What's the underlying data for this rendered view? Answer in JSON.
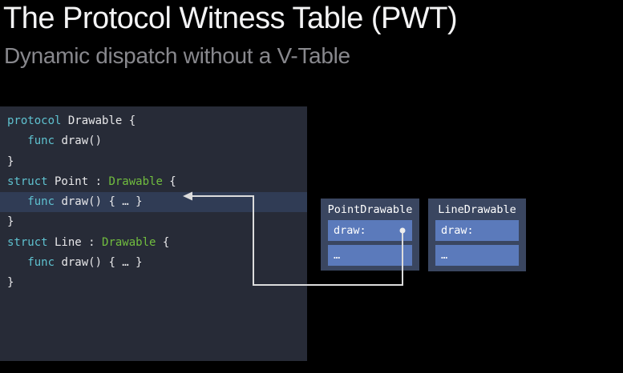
{
  "slide": {
    "title": "The Protocol Witness Table (PWT)",
    "subtitle": "Dynamic dispatch without a V-Table"
  },
  "code": {
    "lines": [
      {
        "segments": [
          {
            "t": "protocol",
            "c": "kw"
          },
          {
            "t": " Drawable {",
            "c": "plain"
          }
        ]
      },
      {
        "segments": [
          {
            "t": "   ",
            "c": "plain"
          },
          {
            "t": "func",
            "c": "kw"
          },
          {
            "t": " draw()",
            "c": "plain"
          }
        ]
      },
      {
        "segments": [
          {
            "t": "}",
            "c": "plain"
          }
        ]
      },
      {
        "segments": [
          {
            "t": "struct",
            "c": "kw"
          },
          {
            "t": " Point : ",
            "c": "plain"
          },
          {
            "t": "Drawable",
            "c": "type"
          },
          {
            "t": " {",
            "c": "plain"
          }
        ]
      },
      {
        "segments": [
          {
            "t": "   ",
            "c": "plain"
          },
          {
            "t": "func",
            "c": "kw"
          },
          {
            "t": " draw() { … }",
            "c": "plain"
          }
        ],
        "highlighted": true
      },
      {
        "segments": [
          {
            "t": "}",
            "c": "plain"
          }
        ]
      },
      {
        "segments": [
          {
            "t": "struct",
            "c": "kw"
          },
          {
            "t": " Line : ",
            "c": "plain"
          },
          {
            "t": "Drawable",
            "c": "type"
          },
          {
            "t": " {",
            "c": "plain"
          }
        ]
      },
      {
        "segments": [
          {
            "t": "   ",
            "c": "plain"
          },
          {
            "t": "func",
            "c": "kw"
          },
          {
            "t": " draw() { … }",
            "c": "plain"
          }
        ]
      },
      {
        "segments": [
          {
            "t": "}",
            "c": "plain"
          }
        ]
      }
    ]
  },
  "witness_tables": [
    {
      "title": "PointDrawable",
      "rows": [
        "draw:",
        "…"
      ]
    },
    {
      "title": "LineDrawable",
      "rows": [
        "draw:",
        "…"
      ]
    }
  ],
  "colors": {
    "background": "#000000",
    "title_text": "#f4f4f5",
    "subtitle_text": "#88888d",
    "code_background": "#272b37",
    "code_highlight_row": "#303c55",
    "keyword_cyan": "#5fc2d0",
    "type_green": "#71bd3f",
    "code_text": "#e8e8ea",
    "table_box_fill": "#3a4660",
    "table_row_fill": "#5b7abb",
    "arrow": "#dcdcdc"
  }
}
